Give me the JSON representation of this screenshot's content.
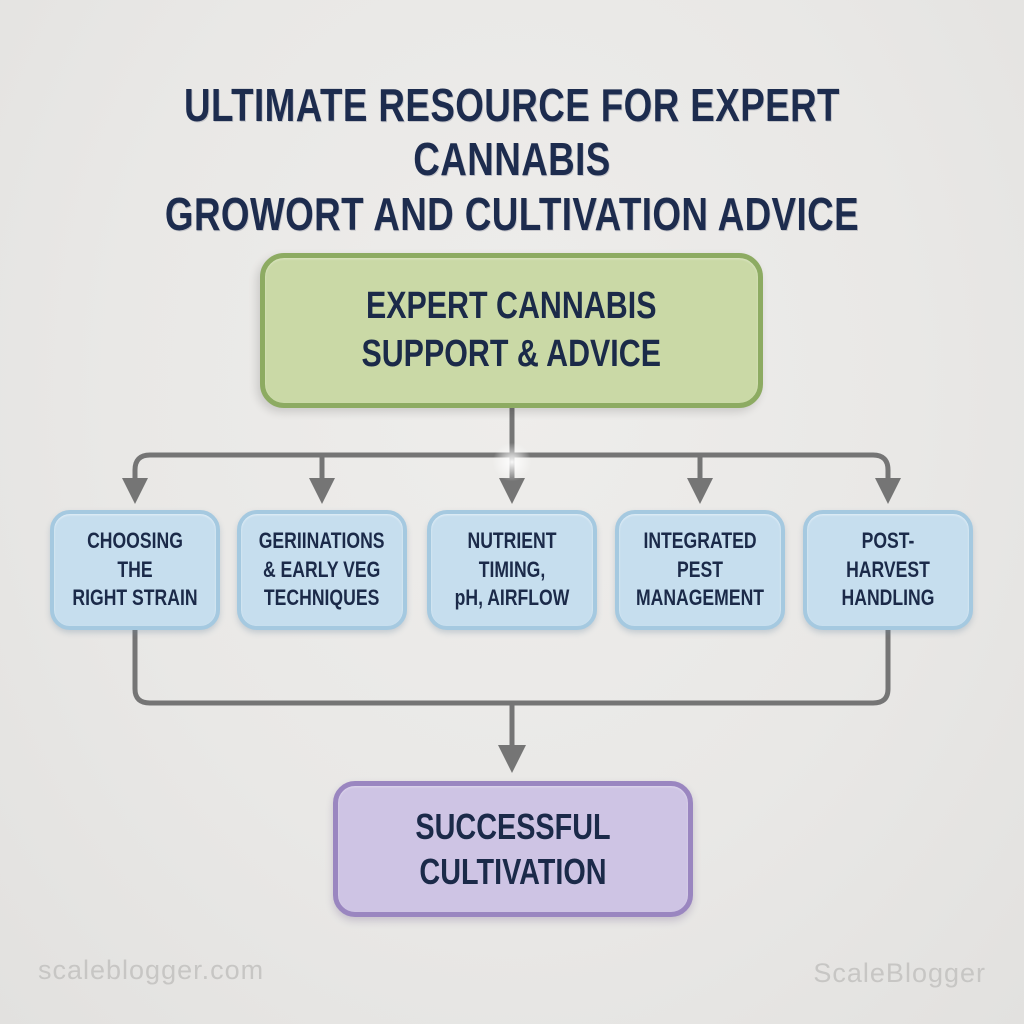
{
  "title": "ULTIMATE RESOURCE FOR EXPERT CANNABIS\nGROWORT AND CULTIVATION ADVICE",
  "flowchart": {
    "root": {
      "label": "EXPERT CANNABIS\nSUPPORT & ADVICE",
      "fill": "#cad9a6",
      "border": "#8dab62"
    },
    "branches": [
      {
        "label": "CHOOSING THE\nRIGHT STRAIN"
      },
      {
        "label": "GERIINATIONS\n& EARLY VEG\nTECHNIQUES"
      },
      {
        "label": "NUTRIENT TIMING,\npH, AIRFLOW"
      },
      {
        "label": "INTEGRATED PEST\nMANAGEMENT"
      },
      {
        "label": "POST-HARVEST\nHANDLING"
      }
    ],
    "branch_style": {
      "fill": "#c6deee",
      "border": "#a5c9e0"
    },
    "result": {
      "label": "SUCCESSFUL\nCULTIVATION",
      "fill": "#cec4e4",
      "border": "#9a86c0"
    },
    "connector_color": "#757575",
    "text_color": "#1b2a49",
    "title_color": "#1d2c4e",
    "background_color": "#e9e8e6"
  },
  "watermarks": {
    "left": "scaleblogger.com",
    "right": "ScaleBlogger"
  }
}
